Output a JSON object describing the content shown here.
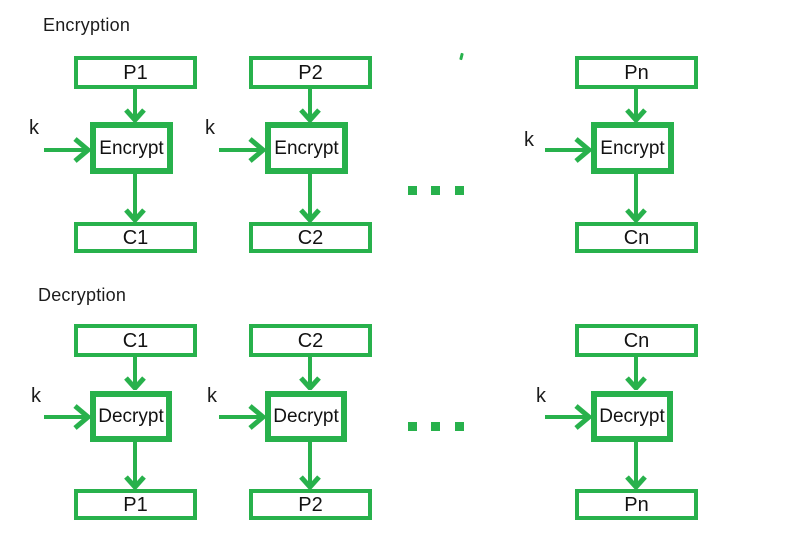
{
  "colors": {
    "green": "#28b14c",
    "ink": "#1c1c1c",
    "background": "#ffffff"
  },
  "encryption": {
    "title": "Encryption",
    "key_label": "k",
    "process_label": "Encrypt",
    "blocks": [
      {
        "input": "P1",
        "output": "C1"
      },
      {
        "input": "P2",
        "output": "C2"
      },
      {
        "input": "Pn",
        "output": "Cn"
      }
    ],
    "ellipsis": "..."
  },
  "decryption": {
    "title": "Decryption",
    "key_label": "k",
    "process_label": "Decrypt",
    "blocks": [
      {
        "input": "C1",
        "output": "P1"
      },
      {
        "input": "C2",
        "output": "P2"
      },
      {
        "input": "Cn",
        "output": "Pn"
      }
    ],
    "ellipsis": "..."
  }
}
